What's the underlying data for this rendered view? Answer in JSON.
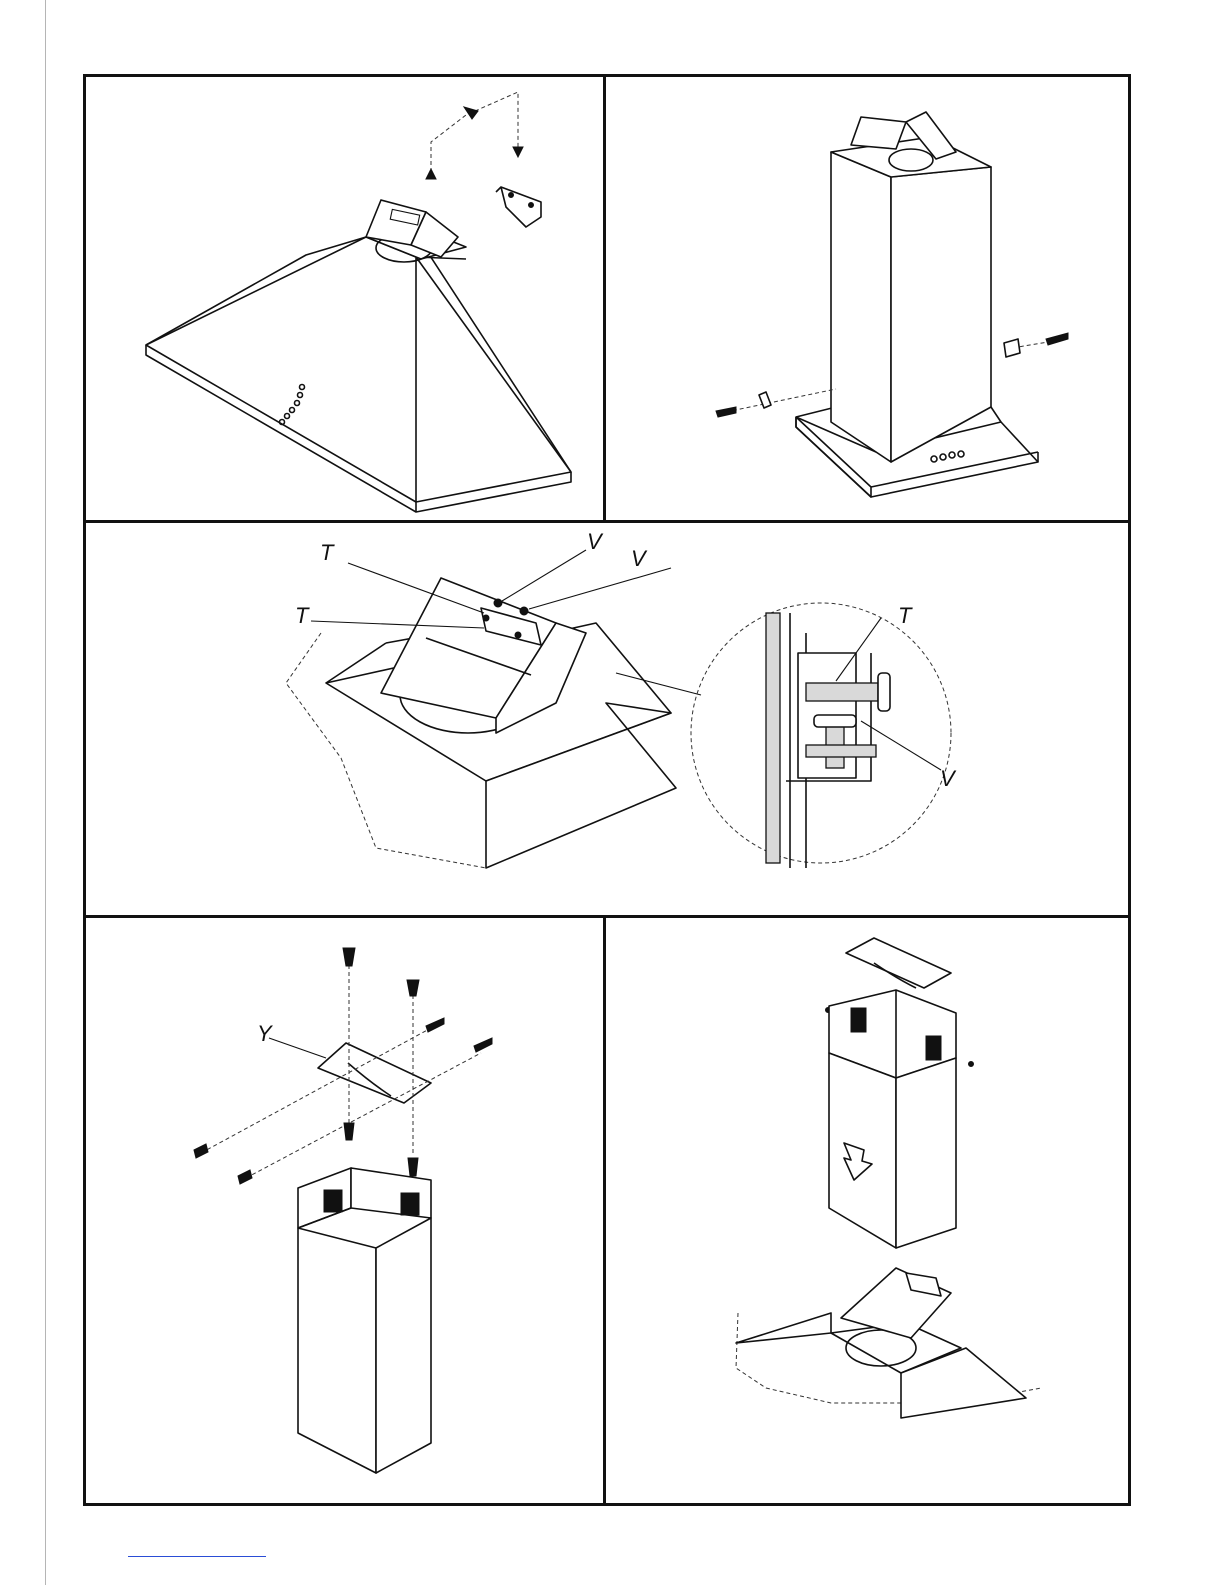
{
  "labels": {
    "t1": "T",
    "t2": "T",
    "v1": "V",
    "v2": "V",
    "t3": "T",
    "v3": "V",
    "y1": "Y"
  }
}
